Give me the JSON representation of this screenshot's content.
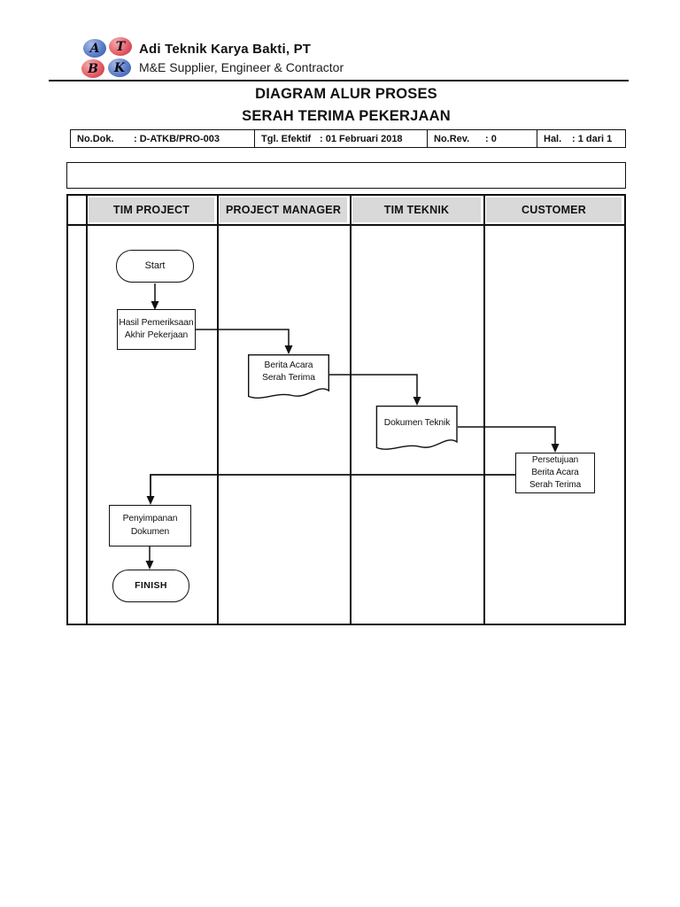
{
  "colors": {
    "ink": "#111111",
    "lane_header_gray": "#d9d9d9",
    "logo_blue": "#5d7ec9",
    "logo_red": "#e4606b"
  },
  "header": {
    "company_name": "Adi Teknik Karya Bakti, PT",
    "tagline": "M&E Supplier, Engineer & Contractor",
    "logo": [
      {
        "letter": "A",
        "color": "blue"
      },
      {
        "letter": "T",
        "color": "red"
      },
      {
        "letter": "B",
        "color": "red"
      },
      {
        "letter": "K",
        "color": "blue"
      }
    ]
  },
  "title": {
    "line1": "DIAGRAM ALUR PROSES",
    "line2": "SERAH TERIMA PEKERJAAN"
  },
  "doc_info": [
    {
      "label": "No.Dok.",
      "value": ": D-ATKB/PRO-003"
    },
    {
      "label": "Tgl. Efektif",
      "value": ": 01 Februari 2018"
    },
    {
      "label": "No.Rev.",
      "value": ": 0"
    },
    {
      "label": "Hal.",
      "value": ": 1 dari 1"
    }
  ],
  "diagram": {
    "lanes": [
      "TIM PROJECT",
      "PROJECT MANAGER",
      "TIM TEKNIK",
      "CUSTOMER"
    ],
    "nodes": [
      {
        "id": "start",
        "type": "terminator",
        "lane": "TIM PROJECT",
        "label": "Start"
      },
      {
        "id": "hasil-pemeriksaan",
        "type": "process",
        "lane": "TIM PROJECT",
        "label": "Hasil Pemeriksaan\nAkhir Pekerjaan"
      },
      {
        "id": "berita-acara",
        "type": "document",
        "lane": "PROJECT MANAGER",
        "label": "Berita Acara\nSerah Terima"
      },
      {
        "id": "dokumen-teknik",
        "type": "document",
        "lane": "TIM TEKNIK",
        "label": "Dokumen Teknik"
      },
      {
        "id": "persetujuan-berita-acara",
        "type": "process",
        "lane": "CUSTOMER",
        "label": "Persetujuan\nBerita Acara\nSerah Terima"
      },
      {
        "id": "penyimpanan-dokumen",
        "type": "process",
        "lane": "TIM PROJECT",
        "label": "Penyimpanan\nDokumen"
      },
      {
        "id": "finish",
        "type": "terminator",
        "lane": "TIM PROJECT",
        "label": "FINISH"
      }
    ],
    "flow_order": [
      "start",
      "hasil-pemeriksaan",
      "berita-acara",
      "dokumen-teknik",
      "persetujuan-berita-acara",
      "penyimpanan-dokumen",
      "finish"
    ]
  }
}
